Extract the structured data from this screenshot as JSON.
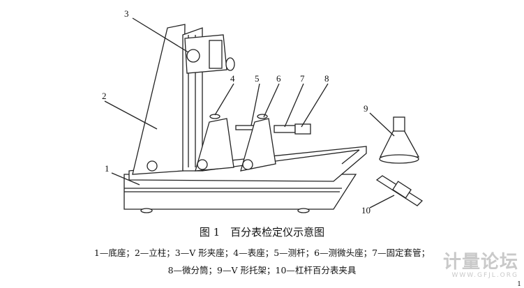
{
  "figure": {
    "caption": "图 1　百分表检定仪示意图",
    "legend_line1": "1—底座；2—立柱；3—V 形夹座；4—表座；5—测杆；6—测微头座；7—固定套管；",
    "legend_line2": "8—微分筒；9—V 形托架；10—杠杆百分表夹具",
    "callouts": [
      "1",
      "2",
      "3",
      "4",
      "5",
      "6",
      "7",
      "8",
      "9",
      "10"
    ]
  },
  "watermark": {
    "title": "计量论坛",
    "url": "WWW.GFJL.ORG"
  },
  "page_number": "1"
}
